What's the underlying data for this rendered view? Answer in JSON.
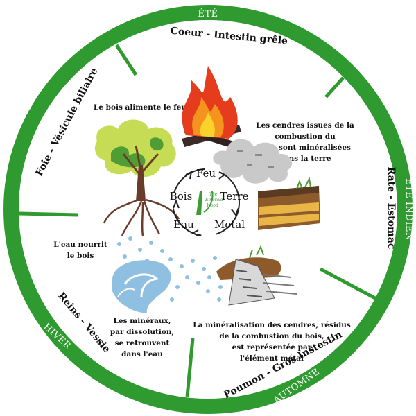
{
  "seasons": {
    "ete": "ÉTÉ",
    "ete_indien": "ÉTÉ INDIEN",
    "automne": "AUTOMNE",
    "hiver": "HIVER",
    "printemps": "PRINTEMPS"
  },
  "organs": {
    "ete": "Coeur - Intestin grêle",
    "ete_indien": "Rate - Estomac",
    "automne": "Poumon - Gros Instestin",
    "hiver": "Reins - Vessie",
    "printemps": "Foie - Vésicule biliaire"
  },
  "cycle": {
    "feu": "Feu",
    "terre": "Terre",
    "metal": "Metal",
    "eau": "Eau",
    "bois": "Bois"
  },
  "notes": {
    "bois_feu": "Le bois alimente le feu",
    "cendres": [
      "Les cendres issues de la",
      "combustion du",
      "bois sont minéralisées",
      "dans la terre"
    ],
    "mineralisation": [
      "La minéralisation des cendres, résidus",
      "de la combustion du bois,",
      "est représentée par",
      "l'élément métal"
    ],
    "mineraux": [
      "Les minéraux,",
      "par dissolution,",
      "se retrouvent",
      "dans l'eau"
    ],
    "eau_bois": [
      "L'eau nourrit",
      "le bois"
    ]
  },
  "logo": [
    "The",
    "Emerald",
    "Wood"
  ],
  "colors": {
    "ring": "#2f9a2f",
    "fire_red": "#e43c1c",
    "fire_orange": "#f4931e",
    "fire_yellow": "#fbd12c",
    "leaf_light": "#c6dc54",
    "leaf_dark": "#4f9d34",
    "trunk": "#6b3b2a",
    "water": "#8fc0e2",
    "ash": "#c9c9c9",
    "earth": "#8c5a2b",
    "sand": "#e9b547"
  }
}
